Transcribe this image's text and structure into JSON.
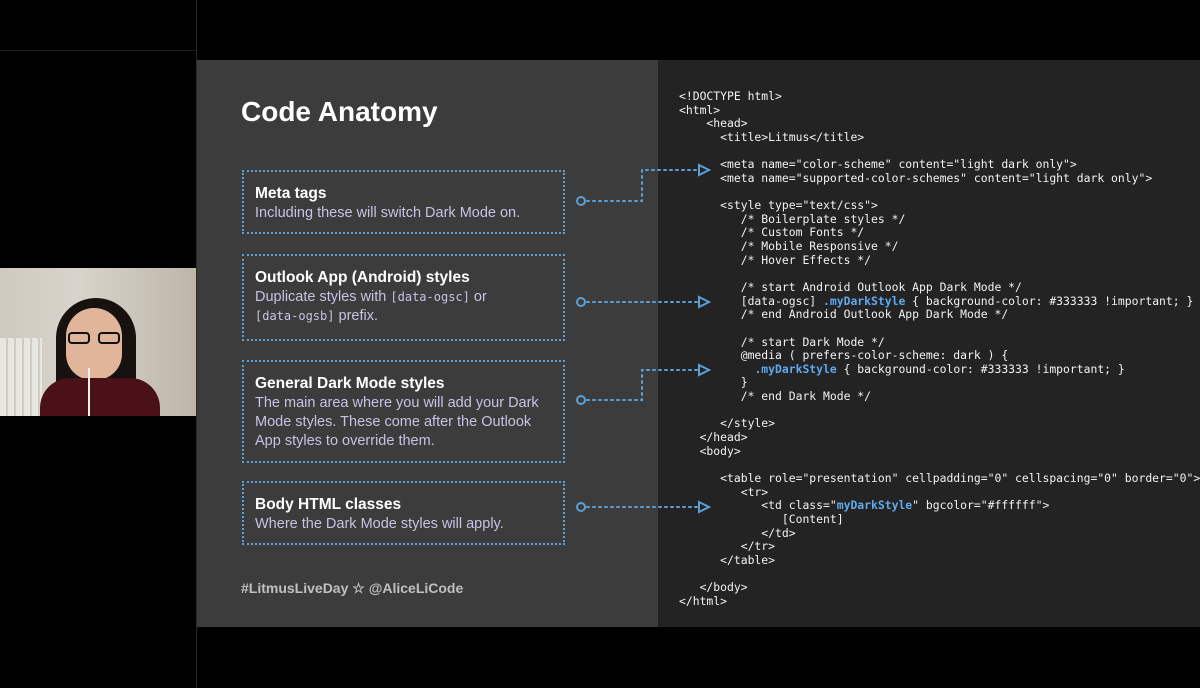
{
  "slide": {
    "title": "Code Anatomy",
    "cards": [
      {
        "title": "Meta tags",
        "description": "Including these will switch Dark Mode on."
      },
      {
        "title": "Outlook App (Android) styles",
        "desc_before": "Duplicate styles with ",
        "code1": "[data-ogsc]",
        "desc_mid": " or",
        "code2": "[data-ogsb]",
        "desc_after": " prefix."
      },
      {
        "title": "General Dark Mode styles",
        "description": "The main area where you will add your Dark Mode styles. These come after the Outlook App styles to override them."
      },
      {
        "title": "Body HTML classes",
        "description": "Where the Dark Mode styles will apply."
      }
    ],
    "footer": "#LitmusLiveDay ☆ @AliceLiCode"
  },
  "code_lines": [
    [
      {
        "t": "<!DOCTYPE html>"
      }
    ],
    [
      {
        "t": "<html>"
      }
    ],
    [
      {
        "t": "    <head>"
      }
    ],
    [
      {
        "t": "      <title>Litmus</title>"
      }
    ],
    [
      {
        "t": ""
      }
    ],
    [
      {
        "t": "      <meta name=\"color-scheme\" content=\"light dark only\">"
      }
    ],
    [
      {
        "t": "      <meta name=\"supported-color-schemes\" content=\"light dark only\">"
      }
    ],
    [
      {
        "t": ""
      }
    ],
    [
      {
        "t": "      <style type=\"text/css\">"
      }
    ],
    [
      {
        "t": "         /* Boilerplate styles */"
      }
    ],
    [
      {
        "t": "         /* Custom Fonts */"
      }
    ],
    [
      {
        "t": "         /* Mobile Responsive */"
      }
    ],
    [
      {
        "t": "         /* Hover Effects */"
      }
    ],
    [
      {
        "t": ""
      }
    ],
    [
      {
        "t": "         /* start Android Outlook App Dark Mode */"
      }
    ],
    [
      {
        "t": "         [data-ogsc] "
      },
      {
        "t": ".myDarkStyle",
        "h": true
      },
      {
        "t": " { background-color: #333333 !important; }"
      }
    ],
    [
      {
        "t": "         /* end Android Outlook App Dark Mode */"
      }
    ],
    [
      {
        "t": ""
      }
    ],
    [
      {
        "t": "         /* start Dark Mode */"
      }
    ],
    [
      {
        "t": "         @media ( prefers-color-scheme: dark ) {"
      }
    ],
    [
      {
        "t": "           "
      },
      {
        "t": ".myDarkStyle",
        "h": true
      },
      {
        "t": " { background-color: #333333 !important; }"
      }
    ],
    [
      {
        "t": "         }"
      }
    ],
    [
      {
        "t": "         /* end Dark Mode */"
      }
    ],
    [
      {
        "t": ""
      }
    ],
    [
      {
        "t": "      </style>"
      }
    ],
    [
      {
        "t": "   </head>"
      }
    ],
    [
      {
        "t": "   <body>"
      }
    ],
    [
      {
        "t": ""
      }
    ],
    [
      {
        "t": "      <table role=\"presentation\" cellpadding=\"0\" cellspacing=\"0\" border=\"0\">"
      }
    ],
    [
      {
        "t": "         <tr>"
      }
    ],
    [
      {
        "t": "            <td class=\""
      },
      {
        "t": "myDarkStyle",
        "h": true
      },
      {
        "t": "\" bgcolor=\"#ffffff\">"
      }
    ],
    [
      {
        "t": "               [Content]"
      }
    ],
    [
      {
        "t": "            </td>"
      }
    ],
    [
      {
        "t": "         </tr>"
      }
    ],
    [
      {
        "t": "      </table>"
      }
    ],
    [
      {
        "t": ""
      }
    ],
    [
      {
        "t": "   </body>"
      }
    ],
    [
      {
        "t": "</html>"
      }
    ]
  ],
  "colors": {
    "accent": "#5b9fd6",
    "code_highlight": "#5fa9ee",
    "description_text": "#c8c2e4"
  }
}
